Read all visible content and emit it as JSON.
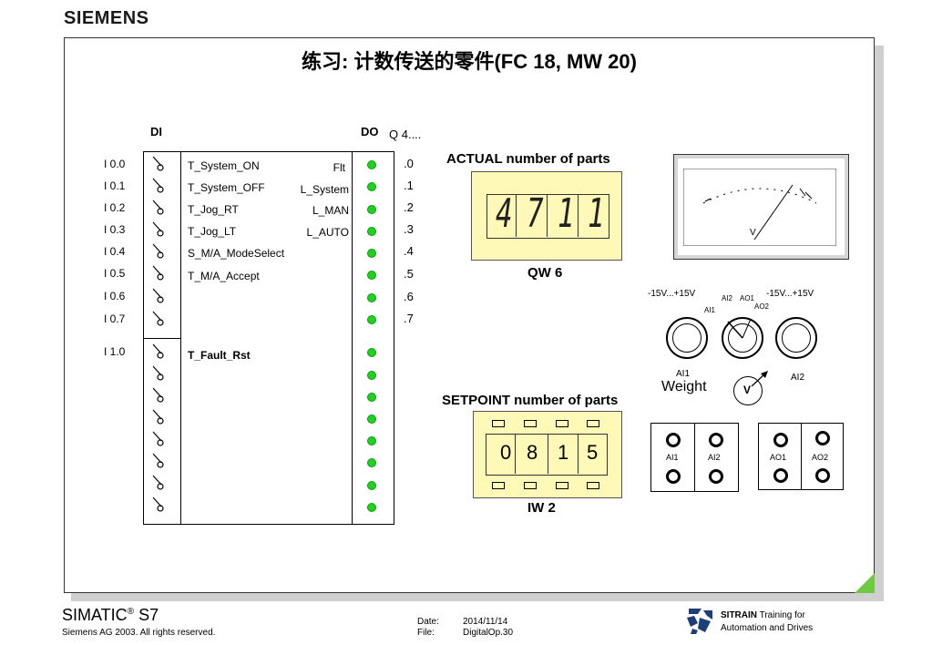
{
  "brand": "SIEMENS",
  "title": "练习: 计数传送的零件(FC 18, MW 20)",
  "di": {
    "header": "DI",
    "addresses": [
      "I 0.0",
      "I 0.1",
      "I 0.2",
      "I 0.3",
      "I 0.4",
      "I 0.5",
      "I 0.6",
      "I 0.7",
      "I 1.0"
    ],
    "labels": [
      "T_System_ON",
      "T_System_OFF",
      "T_Jog_RT",
      "T_Jog_LT",
      "S_M/A_ModeSelect",
      "T_M/A_Accept",
      "T_Fault_Rst"
    ]
  },
  "do": {
    "header": "DO",
    "byte": "Q 4....",
    "labels": [
      "Flt",
      "L_System",
      "L_MAN",
      "L_AUTO"
    ],
    "bits": [
      ".0",
      ".1",
      ".2",
      ".3",
      ".4",
      ".5",
      ".6",
      ".7"
    ]
  },
  "actual": {
    "title": "ACTUAL number of parts",
    "digits": [
      "4",
      "7",
      "1",
      "1"
    ],
    "address": "QW 6"
  },
  "setpoint": {
    "title": "SETPOINT number of parts",
    "digits": [
      "0",
      "8",
      "1",
      "5"
    ],
    "address": "IW 2"
  },
  "meter": {
    "unit": "V"
  },
  "analog": {
    "range_left": "-15V...+15V",
    "range_right": "-15V...+15V",
    "sel_ai1": "AI1",
    "sel_ai2": "AI2",
    "sel_ao1": "AO1",
    "sel_ao2": "AO2",
    "knob_left_label": "AI1",
    "knob_right_label": "AI2",
    "weight": "Weight",
    "v_symbol": "V"
  },
  "terminals": {
    "left": [
      "AI1",
      "AI2"
    ],
    "right": [
      "AO1",
      "AO2"
    ]
  },
  "footer": {
    "product": "SIMATIC",
    "reg": "®",
    "product2": "S7",
    "copyright": "Siemens AG 2003. All rights reserved.",
    "date_label": "Date:",
    "date_value": "2014/11/14",
    "file_label": "File:",
    "file_value": "DigitalOp.30",
    "sitrain": "SITRAIN",
    "sitrain_tail": "Training for",
    "sitrain_line2": "Automation and Drives"
  }
}
